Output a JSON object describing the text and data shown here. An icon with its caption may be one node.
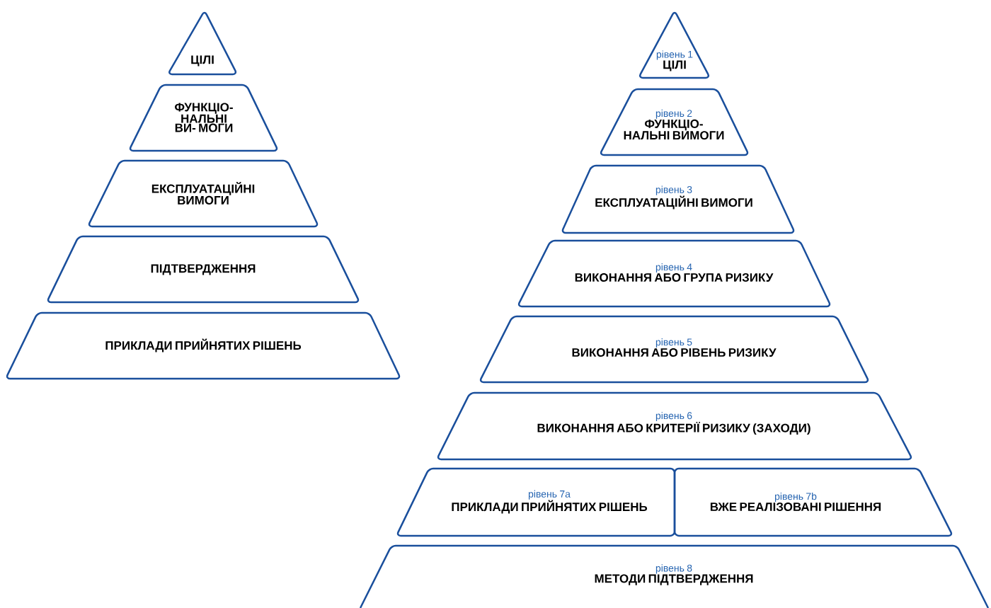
{
  "diagram": {
    "nodes": [
      {
        "text": [
          "ЦІЛІ"
        ]
      },
      {
        "text": [
          "ФУНКЦІО- НАЛЬНІ ВИ- МОГИ"
        ]
      },
      {
        "text": [
          "ЕКСПЛУАТАЦІЙНІ ВИМОГИ"
        ]
      },
      {
        "text": [
          "ПІДТВЕРДЖЕННЯ"
        ]
      },
      {
        "text": [
          "ПРИКЛАДИ ПРИЙНЯТИХ РІШЕНЬ"
        ]
      },
      {
        "text": [
          "рівень 1",
          "ЦІЛІ"
        ]
      },
      {
        "text": [
          "рівень 2",
          "ФУНКЦІО- НАЛЬНІ ВИМОГИ"
        ]
      },
      {
        "text": [
          "рівень 3",
          "ЕКСПЛУАТАЦІЙНІ ВИМОГИ"
        ]
      },
      {
        "text": [
          "рівень 4",
          "ВИКОНАННЯ АБО ГРУПА РИЗИКУ"
        ]
      },
      {
        "text": [
          "рівень 5",
          "ВИКОНАННЯ АБО РІВЕНЬ РИЗИКУ"
        ]
      },
      {
        "text": [
          "рівень 6",
          "ВИКОНАННЯ АБО КРИТЕРІЇ РИЗИКУ (ЗАХОДИ)"
        ]
      },
      {
        "text": [
          "рівень 7a",
          "ПРИКЛАДИ ПРИЙНЯТИХ РІШЕНЬ"
        ]
      },
      {
        "text": [
          "рівень 7b",
          "ВЖЕ РЕАЛІЗОВАНІ РІШЕННЯ"
        ]
      },
      {
        "text": [
          "рівень 8",
          "МЕТОДИ ПІДТВЕРДЖЕННЯ"
        ]
      }
    ]
  }
}
